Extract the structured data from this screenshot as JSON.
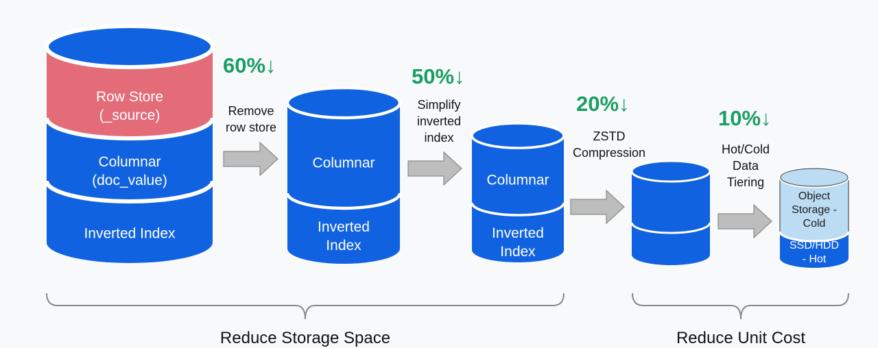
{
  "colors": {
    "blue": "#1062e0",
    "red": "#e46b78",
    "light_blue": "#bcdcf4",
    "green": "#1a9e63",
    "arrow": "#bdbdbd"
  },
  "stages": [
    {
      "segments": [
        "Row Store\n(_source)",
        "Columnar\n(doc_value)",
        "Inverted Index"
      ]
    },
    {
      "reduction": "60%↓",
      "action": "Remove\nrow store",
      "segments": [
        "Columnar",
        "Inverted\nIndex"
      ]
    },
    {
      "reduction": "50%↓",
      "action": "Simplify\ninverted\nindex",
      "segments": [
        "Columnar",
        "Inverted\nIndex"
      ]
    },
    {
      "reduction": "20%↓",
      "action": "ZSTD\nCompression",
      "segments": [
        "",
        ""
      ]
    },
    {
      "reduction": "10%↓",
      "action": "Hot/Cold\nData\nTiering",
      "segments": [
        "Object\nStorage -\nCold",
        "SSD/HDD\n- Hot"
      ]
    }
  ],
  "groups": [
    "Reduce Storage Space",
    "Reduce Unit Cost"
  ]
}
